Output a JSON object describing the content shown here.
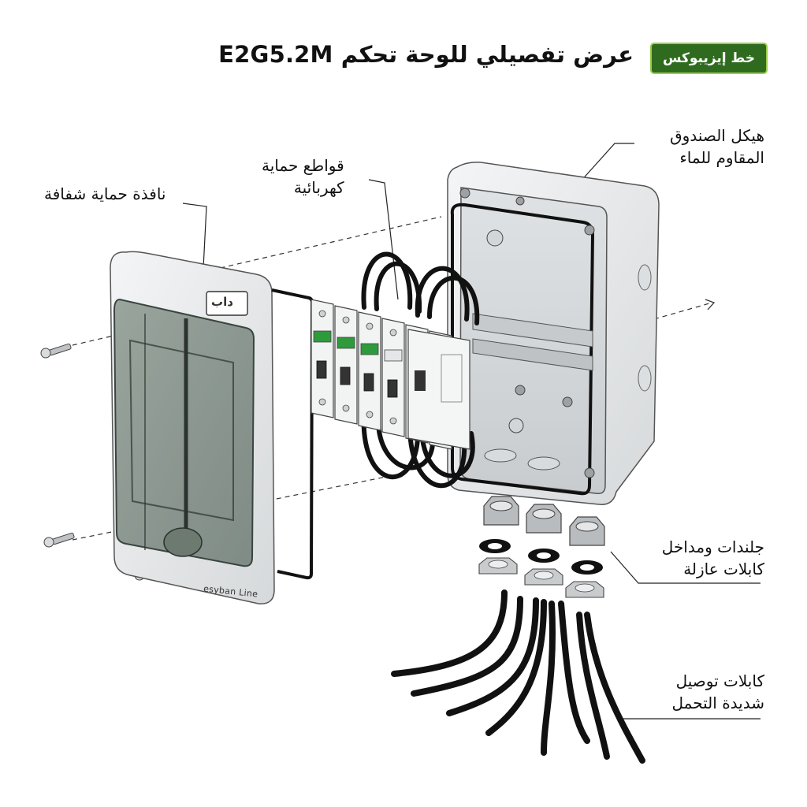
{
  "header": {
    "title": "عرض تفصيلي للوحة تحكم E2G5.2M",
    "badge": "خط إيزيبوكس"
  },
  "labels": {
    "window": "نافذة حماية شفافة",
    "breakers_line1": "قواطع حماية",
    "breakers_line2": "كهربائية",
    "enclosure_line1": "هيكل الصندوق",
    "enclosure_line2": "المقاوم للماء",
    "glands_line1": "جلندات ومداخل",
    "glands_line2": "كابلات عازلة",
    "cables_line1": "كابلات توصيل",
    "cables_line2": "شديدة التحمل"
  },
  "product": {
    "front_logo": "داب",
    "front_brand": "esyban Line"
  },
  "colors": {
    "badge_bg": "#2f6b1f",
    "badge_border": "#9ccc4a",
    "enclosure": "#e9ebec",
    "window_tint": "#5c6e62",
    "cable": "#111111",
    "breaker_green": "#2e9a3c",
    "gland_gray": "#b9bcbe"
  },
  "icons": [
    "screw-icon",
    "breaker-module-icon",
    "cable-gland-icon",
    "gasket-ring-icon"
  ]
}
